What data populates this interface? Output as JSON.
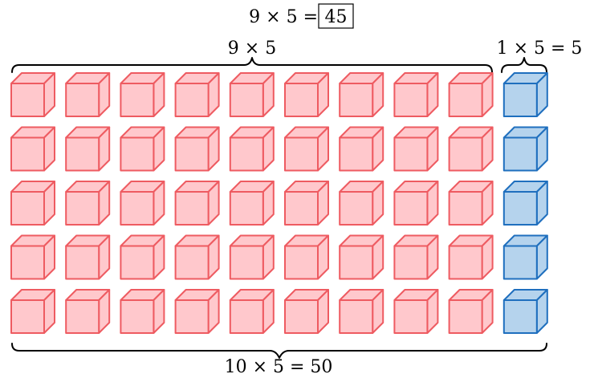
{
  "equation": {
    "prefix": "9 × 5 =",
    "answer": "45"
  },
  "brace_labels": {
    "left_group": "9 × 5",
    "right_group": "1 × 5 = 5",
    "total": "10 × 5 = 50"
  },
  "grid": {
    "rows": 5,
    "columns": 10,
    "left_group_columns": 9,
    "right_group_columns": 1
  },
  "colors": {
    "left_fill": "#ffc8cc",
    "left_stroke": "#ee5b61",
    "right_fill": "#b5d3ed",
    "right_stroke": "#1f6fbe"
  }
}
